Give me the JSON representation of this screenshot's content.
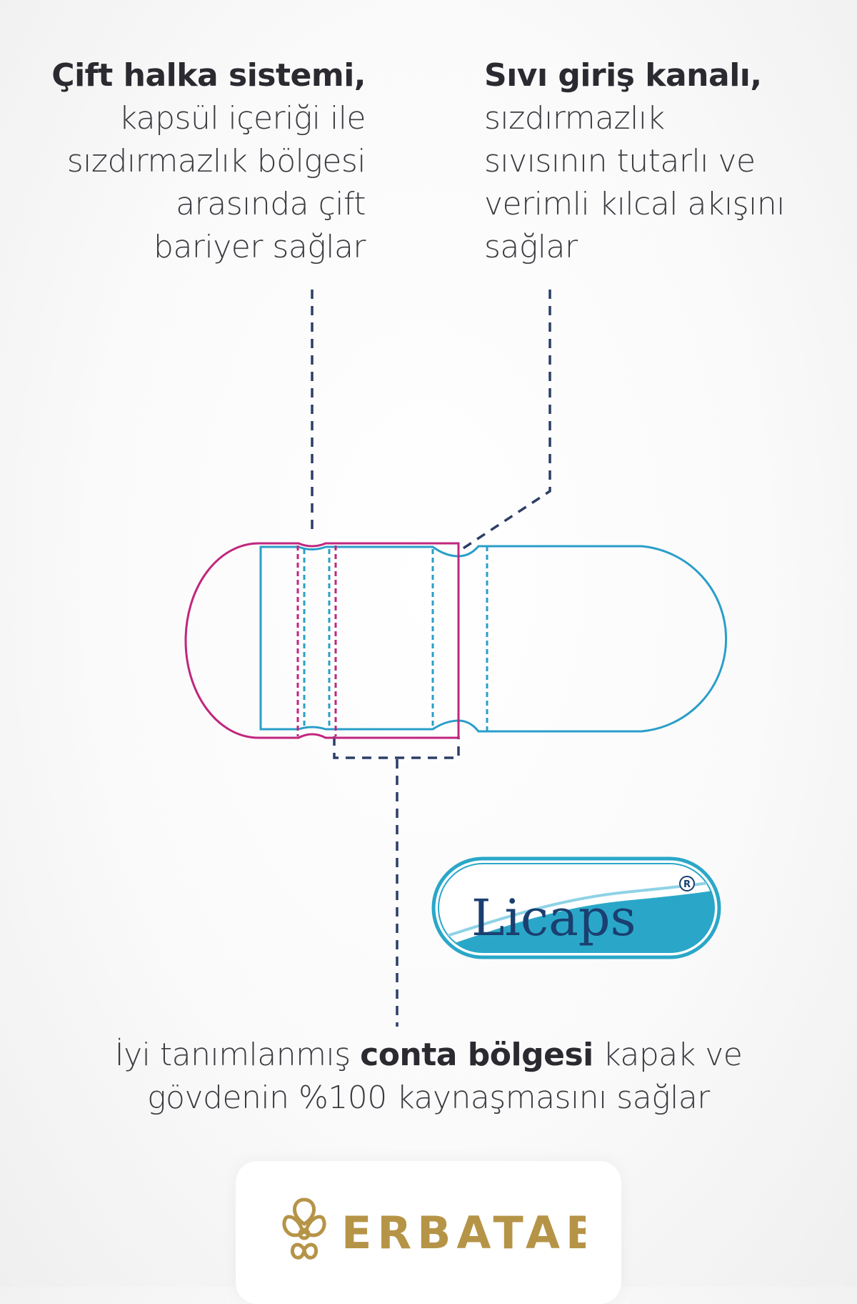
{
  "callouts": {
    "left": {
      "bold": "Çift halka sistemi,",
      "lines": [
        "kapsül içeriği ile",
        "sızdırmazlık bölgesi",
        "arasında çift",
        "bariyer sağlar"
      ]
    },
    "right": {
      "bold": "Sıvı giriş kanalı,",
      "lines": [
        "sızdırmazlık",
        "sıvısının tutarlı ve",
        "verimli kılcal akışını",
        "sağlar"
      ]
    },
    "bottom": {
      "line1_pre": "İyi tanımlanmış ",
      "line1_bold": "conta bölgesi",
      "line1_post": " kapak ve",
      "line2": "gövdenin %100 kaynaşmasını sağlar"
    }
  },
  "logos": {
    "licaps": {
      "text": "Licaps",
      "registered": "R"
    },
    "brand": {
      "text": "ERBATAB",
      "icon": "flower-icon"
    }
  },
  "colors": {
    "cap_outline": "#c0267e",
    "body_outline": "#2a9ec9",
    "leader_lines": "#2c3e66",
    "licaps_text": "#1a3f70",
    "licaps_wave": "#2aa7c8",
    "brand_gold": "#b69447"
  }
}
